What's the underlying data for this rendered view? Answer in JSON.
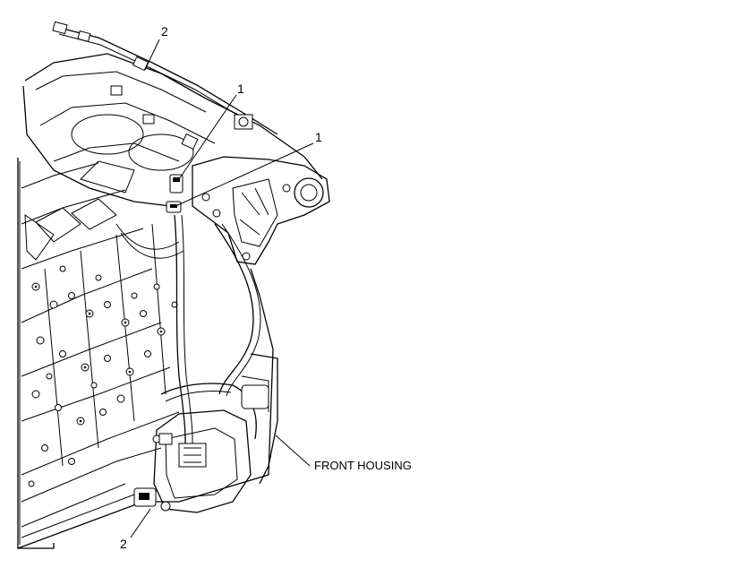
{
  "callouts": {
    "top_left_2": "2",
    "upper_1": "1",
    "lower_1": "1",
    "bottom_2": "2"
  },
  "labels": {
    "front_housing": "FRONT HOUSING"
  },
  "colors": {
    "line": "#000000",
    "background": "#ffffff"
  }
}
